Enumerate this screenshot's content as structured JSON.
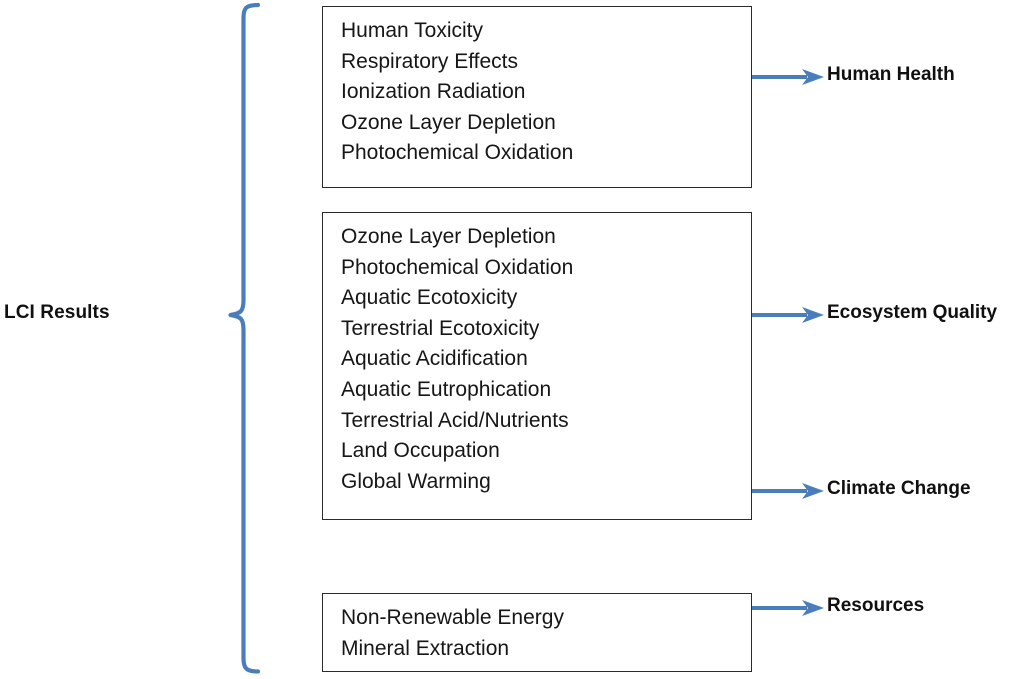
{
  "diagram": {
    "source": {
      "label": "LCI Results"
    },
    "brace": {
      "color": "#4a7ebb",
      "orientation": "left-pointing"
    },
    "arrow_color": "#4a7ebb",
    "box_border_color": "#2b2b2b",
    "midpoint_boxes": [
      {
        "id": "human-health",
        "items": [
          "Human Toxicity",
          "Respiratory Effects",
          "Ionization Radiation",
          "Ozone Layer Depletion",
          "Photochemical Oxidation"
        ]
      },
      {
        "id": "ecosystem-quality",
        "items": [
          "Ozone Layer Depletion",
          "Photochemical Oxidation",
          "Aquatic Ecotoxicity",
          "Terrestrial Ecotoxicity",
          "Aquatic Acidification",
          "Aquatic Eutrophication",
          "Terrestrial Acid/Nutrients",
          "Land Occupation",
          "Global Warming"
        ]
      },
      {
        "id": "resources",
        "items": [
          "Non-Renewable Energy",
          "Mineral Extraction"
        ]
      }
    ],
    "endpoints": [
      {
        "id": "human-health",
        "label": "Human Health"
      },
      {
        "id": "ecosystem-quality",
        "label": "Ecosystem Quality"
      },
      {
        "id": "climate-change",
        "label": "Climate Change"
      },
      {
        "id": "resources",
        "label": "Resources"
      }
    ]
  }
}
